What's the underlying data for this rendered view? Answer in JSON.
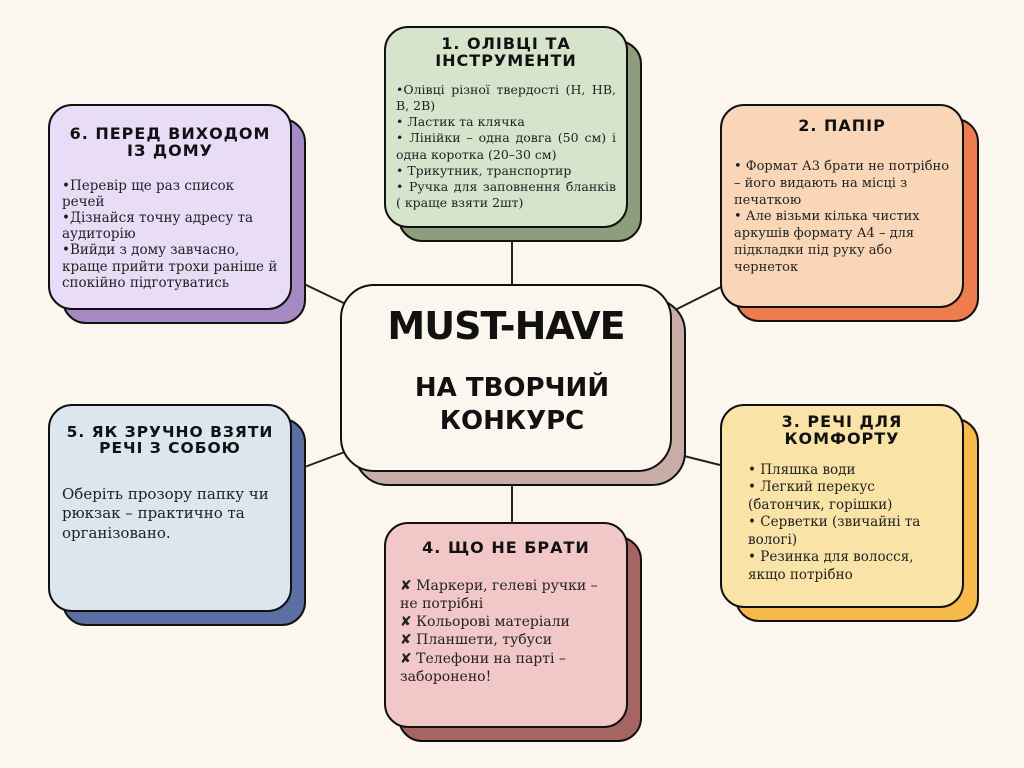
{
  "center": {
    "title": "MUST-HAVE",
    "subtitle_line1": "НА ТВОРЧИЙ",
    "subtitle_line2": "КОНКУРС"
  },
  "colors": {
    "background": "#fbf7ef",
    "c1_face": "#d6e4cc",
    "c1_shadow": "#8e9e7c",
    "c2_face": "#f9d6b8",
    "c2_shadow": "#ef7c4f",
    "c3_face": "#fae3a7",
    "c3_shadow": "#f7b84c",
    "c4_face": "#f2c7c7",
    "c4_shadow": "#a56562",
    "c5_face": "#dbe6ef",
    "c5_shadow": "#5b6fa3",
    "c6_face": "#e9dcf7",
    "c6_shadow": "#a58ac4",
    "center_face": "#fbf7ef",
    "center_shadow": "#c8aca5"
  },
  "cards": {
    "c1": {
      "title_line1": "1. ОЛІВЦІ ТА",
      "title_line2": "ІНСТРУМЕНТИ",
      "items": [
        "•Олівці різної твердості (H, HB, B, 2B)",
        "• Ластик та клячка",
        "• Лінійки – одна довга (50 см) і одна коротка (20–30 см)",
        "• Трикутник, транспортир",
        "• Ручка для заповнення бланків ( краще взяти 2шт)"
      ]
    },
    "c2": {
      "title": "2. ПАПІР",
      "items": [
        "• Формат А3 брати не потрібно – його видають на місці з печаткою",
        "• Але візьми кілька чистих аркушів формату А4 – для підкладки під руку або чернеток"
      ]
    },
    "c3": {
      "title_line1": "3. РЕЧІ ДЛЯ",
      "title_line2": "КОМФОРТУ",
      "items": [
        "• Пляшка води",
        "• Легкий перекус (батончик, горішки)",
        "• Серветки (звичайні та вологі)",
        "• Резинка для волосся, якщо потрібно"
      ]
    },
    "c4": {
      "title": "4. ЩО НЕ БРАТИ",
      "items": [
        "✘ Маркери, гелеві ручки – не потрібні",
        "✘ Кольорові матеріали",
        "✘ Планшети, тубуси",
        "✘ Телефони на парті – заборонено!"
      ]
    },
    "c5": {
      "title_line1": "5. ЯК ЗРУЧНО ВЗЯТИ",
      "title_line2": "РЕЧІ З СОБОЮ",
      "body": "Оберіть прозору папку чи рюкзак – практично та організовано."
    },
    "c6": {
      "title_line1": "6. ПЕРЕД ВИХОДОМ",
      "title_line2": "ІЗ ДОМУ",
      "items": [
        "•Перевір ще раз список речей",
        "•Дізнайся точну адресу та аудиторію",
        "•Вийди з дому завчасно, краще прийти трохи раніше й спокійно підготуватись"
      ]
    }
  }
}
